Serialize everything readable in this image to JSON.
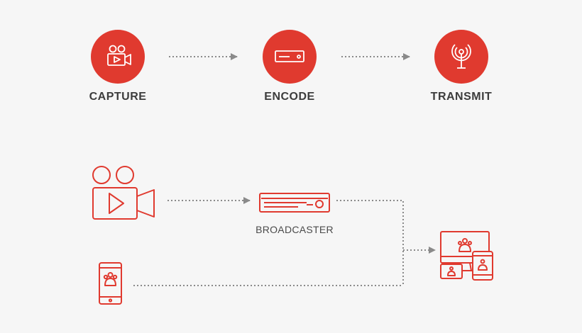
{
  "steps": [
    {
      "label": "CAPTURE",
      "icon": "video-camera-icon"
    },
    {
      "label": "ENCODE",
      "icon": "encoder-icon"
    },
    {
      "label": "TRANSMIT",
      "icon": "broadcast-antenna-icon"
    }
  ],
  "flow": {
    "broadcaster_label": "BROADCASTER",
    "source_camera_icon": "movie-camera-icon",
    "source_phone_icon": "smartphone-icon",
    "destination_icon": "multi-device-icon"
  },
  "colors": {
    "accent": "#e03a2f",
    "connector": "#8a8a8a",
    "text": "#3c3c3c",
    "background": "#f6f6f6"
  }
}
